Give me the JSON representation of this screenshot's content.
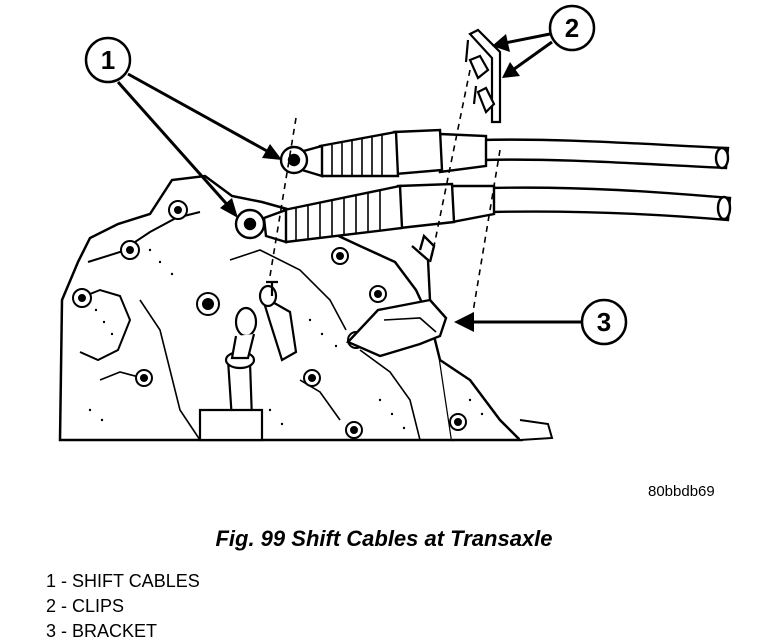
{
  "figure": {
    "callouts": [
      "1",
      "2",
      "3"
    ],
    "reference_code": "80bbdb69",
    "caption": "Fig. 99 Shift Cables at Transaxle",
    "legend": [
      {
        "num": "1",
        "sep": " - ",
        "label": "SHIFT CABLES"
      },
      {
        "num": "2",
        "sep": " - ",
        "label": "CLIPS"
      },
      {
        "num": "3",
        "sep": " - ",
        "label": "BRACKET"
      }
    ]
  }
}
